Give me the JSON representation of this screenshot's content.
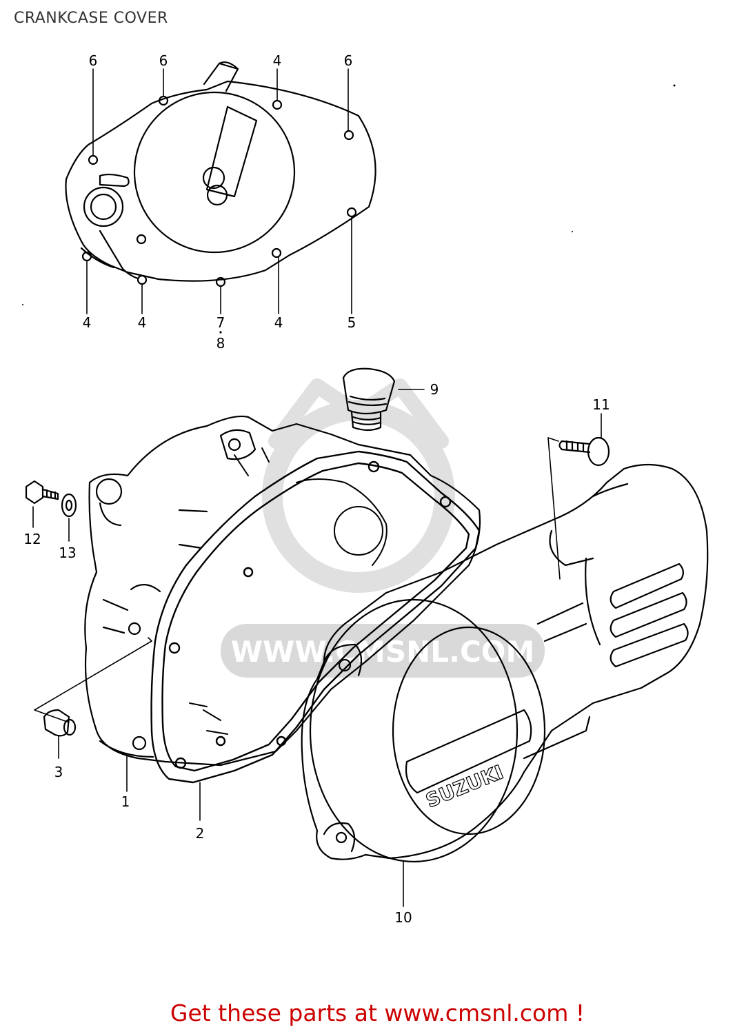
{
  "title": "CRANKCASE COVER",
  "watermark": {
    "text": "WWW.CMSNL.COM",
    "color": "#d9d9d9"
  },
  "brand_mark": "SUZUKI",
  "footer": {
    "text": "Get these parts at www.cmsnl.com !",
    "color": "#cc0000"
  },
  "callouts": {
    "top_6a": "6",
    "top_6b": "6",
    "top_4": "4",
    "top_6c": "6",
    "bottom_4a": "4",
    "bottom_4b": "4",
    "bottom_7": "7",
    "bottom_8": "8",
    "bottom_4c": "4",
    "bottom_5": "5",
    "part_9": "9",
    "part_11": "11",
    "part_12": "12",
    "part_13": "13",
    "part_3": "3",
    "part_1": "1",
    "part_2": "2",
    "part_10": "10"
  }
}
